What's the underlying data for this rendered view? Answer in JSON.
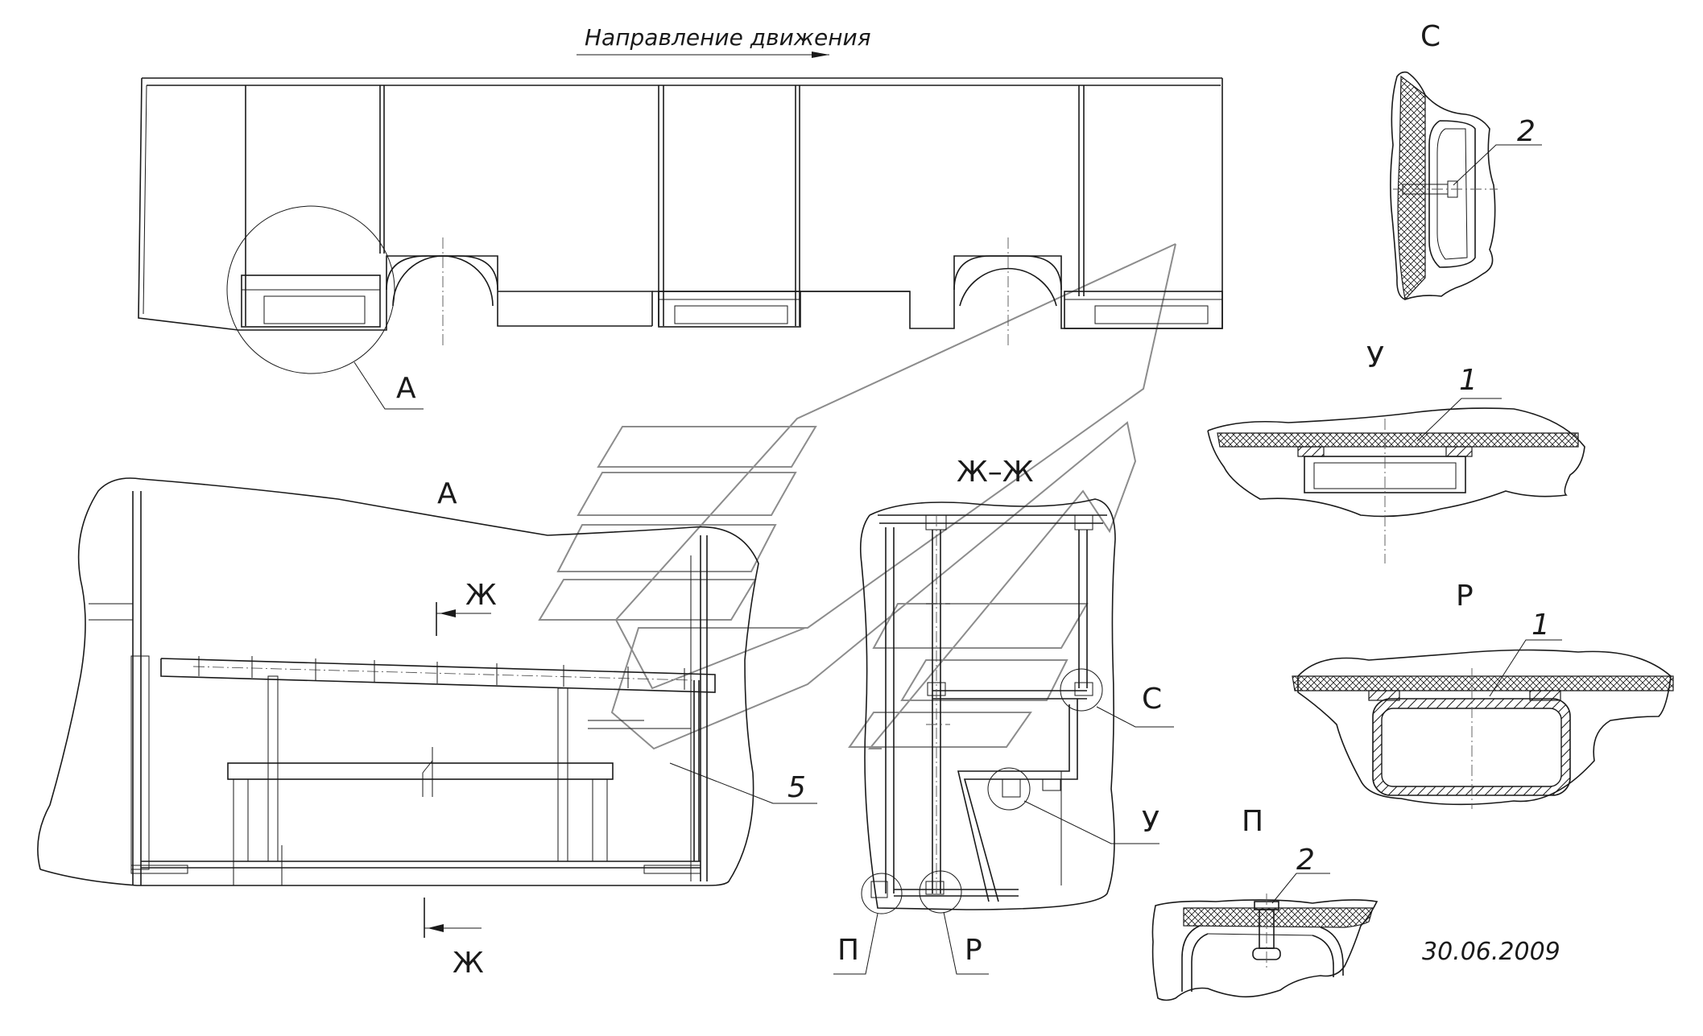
{
  "direction_label": "Направление движения",
  "views": {
    "A": "А",
    "section": "Ж–Ж",
    "C": "С",
    "U": "У",
    "R": "Р",
    "P": "П"
  },
  "callouts": {
    "A": "А",
    "zh_top": "Ж",
    "zh_bottom": "Ж",
    "C": "С",
    "U": "У",
    "P": "П",
    "R": "Р"
  },
  "item_numbers": {
    "item_5": "5",
    "item_1_u": "1",
    "item_1_r": "1",
    "item_2_c": "2",
    "item_2_p": "2"
  },
  "date": "30.06.2009"
}
